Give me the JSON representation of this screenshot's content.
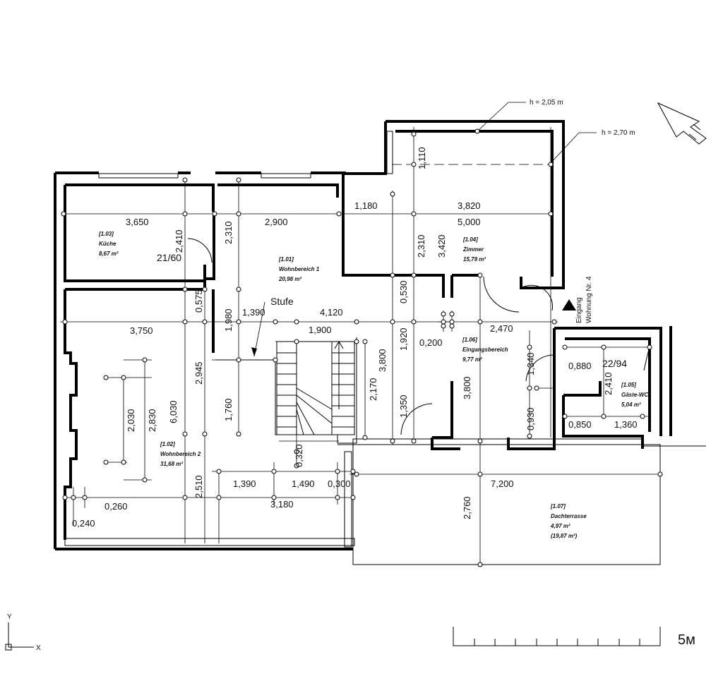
{
  "heights": {
    "h1": "h = 2,05 m",
    "h2": "h = 2,70 m"
  },
  "rooms": [
    {
      "id": "[1.03]",
      "name": "Küche",
      "area": "8,67 m²"
    },
    {
      "id": "[1.01]",
      "name": "Wohnbereich 1",
      "area": "20,98 m²"
    },
    {
      "id": "[1.04]",
      "name": "Zimmer",
      "area": "15,79 m²"
    },
    {
      "id": "[1.02]",
      "name": "Wohnbereich 2",
      "area": "31,68 m²"
    },
    {
      "id": "[1.06]",
      "name": "Eingangsbereich",
      "area": "9,77 m²"
    },
    {
      "id": "[1.05]",
      "name": "Gäste-WC",
      "area": "5,04 m²"
    },
    {
      "id": "[1.07]",
      "name": "Dachterrasse",
      "area": "4,97 m²",
      "extra": "(19,87 m²)"
    }
  ],
  "labels": {
    "stufe": "Stufe",
    "eingang1": "Eingang",
    "eingang2": "Wohnung Nr. 4",
    "door1": "21/60",
    "door2": "22/94",
    "scale": "5м",
    "axis_y": "Y",
    "axis_x": "X"
  },
  "dimensions": {
    "d3650": "3,650",
    "d2900": "2,900",
    "d1180": "1,180",
    "d3820": "3,820",
    "d5000": "5,000",
    "d1110": "1,110",
    "d2410a": "2,410",
    "d2310a": "2,310",
    "d2310b": "2,310",
    "d3420": "3,420",
    "d0575": "0,575",
    "d1980": "1,980",
    "d1390a": "1,390",
    "d4120": "4,120",
    "d0530": "0,530",
    "d3750": "3,750",
    "d1900": "1,900",
    "d1920": "1,920",
    "d0200": "0,200",
    "d2470": "2,470",
    "d1340": "1,340",
    "d0880": "0,880",
    "d2410b": "2,410",
    "d3800a": "3,800",
    "d2170": "2,170",
    "d3800b": "3,800",
    "d1350": "1,350",
    "d0930": "0,930",
    "d0850": "0,850",
    "d1360": "1,360",
    "d2945": "2,945",
    "d1760": "1,760",
    "d6030": "6,030",
    "d2030": "2,030",
    "d2830": "2,830",
    "d0320": "0,320",
    "d2510": "2,510",
    "d1390b": "1,390",
    "d1490": "1,490",
    "d0300": "0,300",
    "d3180": "3,180",
    "d0260": "0,260",
    "d0240": "0,240",
    "d2760": "2,760",
    "d7200": "7,200"
  }
}
